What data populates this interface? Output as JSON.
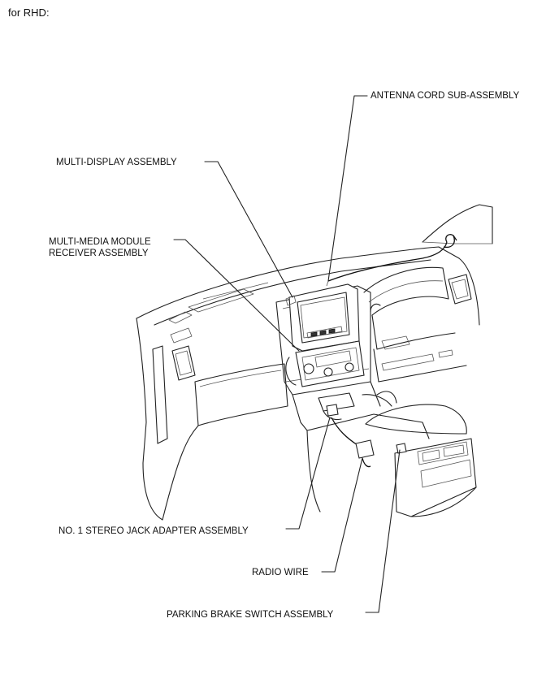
{
  "heading": "for RHD:",
  "callouts": {
    "antenna_cord": "ANTENNA CORD SUB-ASSEMBLY",
    "multi_display": "MULTI-DISPLAY ASSEMBLY",
    "multimedia_receiver_line1": "MULTI-MEDIA MODULE",
    "multimedia_receiver_line2": "RECEIVER ASSEMBLY",
    "stereo_jack": "NO. 1 STEREO JACK ADAPTER ASSEMBLY",
    "radio_wire": "RADIO WIRE",
    "parking_brake": "PARKING BRAKE SWITCH ASSEMBLY"
  }
}
